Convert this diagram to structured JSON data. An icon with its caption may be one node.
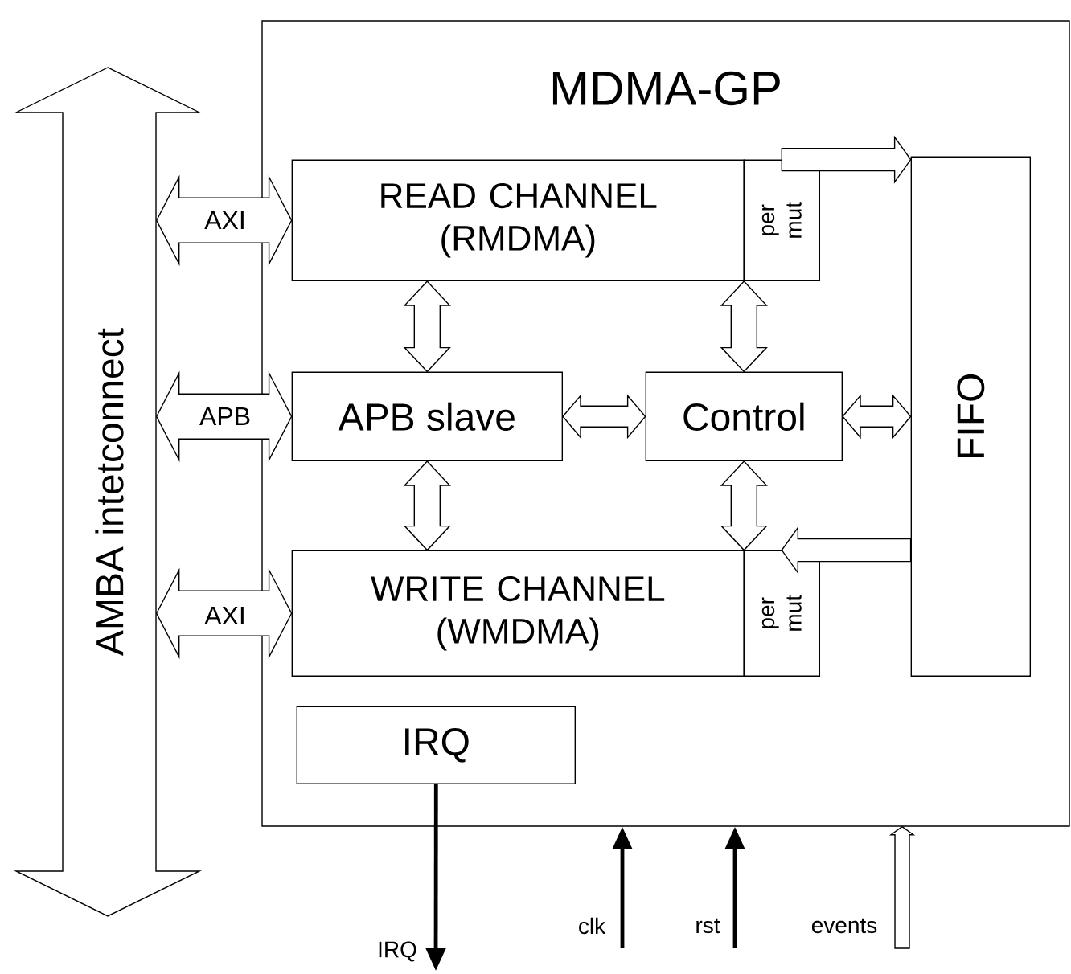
{
  "diagram": {
    "nodes": [
      {
        "text": [
          "MDMA-GP"
        ]
      },
      {
        "text": [
          "AMBA intetconnect"
        ]
      },
      {
        "text": [
          "READ CHANNEL (RMDMA)"
        ],
        "in": 0
      },
      {
        "text": [
          "per mut"
        ],
        "in": 0
      },
      {
        "text": [
          "FIFO"
        ],
        "in": 0
      },
      {
        "text": [
          "APB slave"
        ],
        "in": 0
      },
      {
        "text": [
          "Control"
        ],
        "in": 0
      },
      {
        "text": [
          "WRITE CHANNEL (WMDMA)"
        ],
        "in": 0
      },
      {
        "text": [
          "per mut"
        ],
        "in": 0
      },
      {
        "text": [
          "IRQ"
        ],
        "in": 0
      }
    ],
    "edges": [
      {
        "from": 1,
        "to": 2,
        "arrow": "both",
        "label": "AXI"
      },
      {
        "from": 1,
        "to": 5,
        "arrow": "both",
        "label": "APB"
      },
      {
        "from": 1,
        "to": 7,
        "arrow": "both",
        "label": "AXI"
      },
      {
        "from": 2,
        "to": 5,
        "arrow": "both"
      },
      {
        "from": 2,
        "to": 6,
        "arrow": "both"
      },
      {
        "from": 3,
        "to": 4,
        "arrow": "to"
      },
      {
        "from": 5,
        "to": 6,
        "arrow": "both"
      },
      {
        "from": 6,
        "to": 4,
        "arrow": "both"
      },
      {
        "from": 5,
        "to": 7,
        "arrow": "both"
      },
      {
        "from": 6,
        "to": 7,
        "arrow": "both"
      },
      {
        "from": 4,
        "to": 8,
        "arrow": "to"
      },
      {
        "from": 9,
        "to": null,
        "arrow": "to",
        "label": "IRQ"
      },
      {
        "from": null,
        "to": 0,
        "arrow": "to",
        "label": "clk"
      },
      {
        "from": null,
        "to": 0,
        "arrow": "to",
        "label": "rst"
      },
      {
        "from": null,
        "to": 0,
        "arrow": "to",
        "label": "events"
      }
    ]
  }
}
